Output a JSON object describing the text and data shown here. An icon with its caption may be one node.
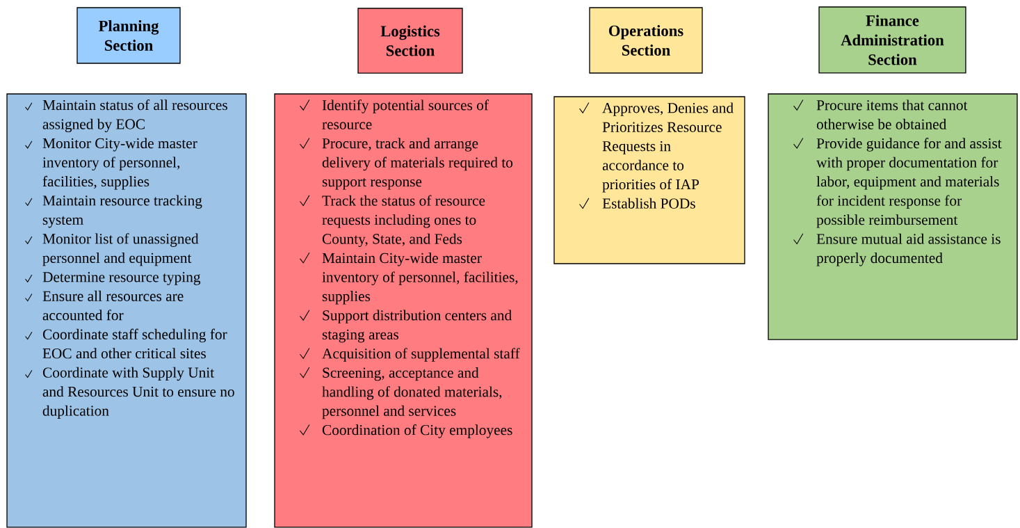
{
  "diagram": {
    "nodes": [
      {
        "text": [
          "Planning Section"
        ]
      },
      {
        "text": [
          "Logistics Section"
        ]
      },
      {
        "text": [
          "Operations Section"
        ]
      },
      {
        "text": [
          "Finance Administration Section"
        ]
      },
      {
        "text": [
          "Maintain status of all resources assigned by EOC",
          "Monitor City-wide master inventory of personnel, facilities, supplies",
          "Maintain resource tracking system",
          "Monitor list of unassigned personnel and equipment",
          "Determine resource typing",
          "Ensure all resources are accounted for",
          "Coordinate staff scheduling for EOC and other critical sites",
          "Coordinate with Supply Unit and Resources Unit to ensure no duplication"
        ]
      },
      {
        "text": [
          "Identify potential sources of resource",
          "Procure, track and arrange delivery of materials required to support response",
          "Track the status of resource requests including ones to County, State, and Feds",
          "Maintain City-wide master inventory of personnel, facilities, supplies",
          "Support distribution centers and staging areas",
          "Acquisition of supplemental staff",
          "Screening, acceptance and handling of donated materials, personnel and services",
          "Coordination of City employees"
        ]
      },
      {
        "text": [
          "Approves, Denies and Prioritizes Resource Requests in accordance to priorities of IAP",
          "Establish PODs"
        ]
      },
      {
        "text": [
          "Procure items that cannot otherwise be obtained",
          "Provide guidance for and assist with proper documentation for labor, equipment and materials for incident response for possible reimbursement",
          "Ensure mutual aid assistance is properly documented"
        ]
      }
    ]
  }
}
